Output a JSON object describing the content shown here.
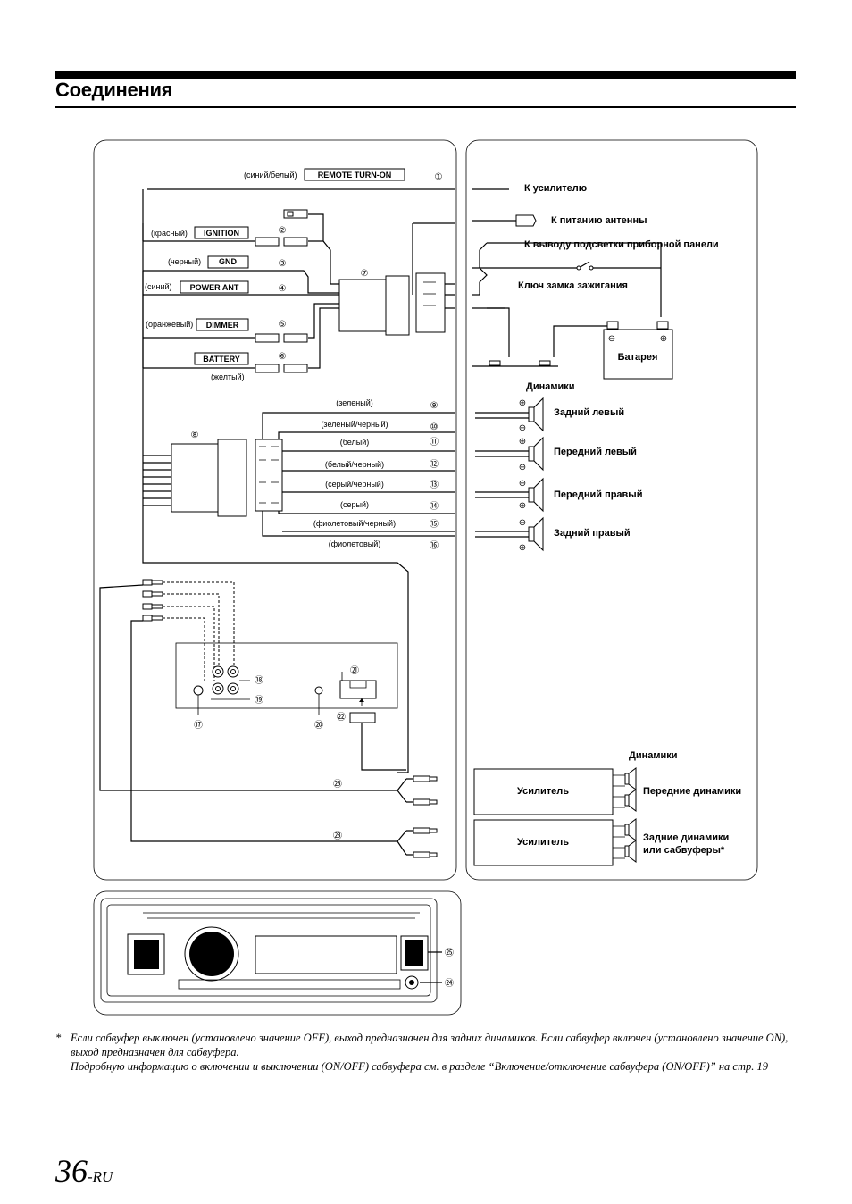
{
  "title": "Соединения",
  "left_panel": {
    "wires": [
      {
        "num": "①",
        "color": "(синий/белый)",
        "label": "REMOTE TURN-ON"
      },
      {
        "num": "②",
        "color": "(красный)",
        "label": "IGNITION"
      },
      {
        "num": "③",
        "color": "(черный)",
        "label": "GND"
      },
      {
        "num": "④",
        "color": "(синий)",
        "label": "POWER ANT"
      },
      {
        "num": "⑤",
        "color": "(оранжевый)",
        "label": "DIMMER"
      },
      {
        "num": "⑥",
        "color": "(желтый)",
        "label": "BATTERY"
      }
    ],
    "connector_7": "⑦",
    "connector_8": "⑧",
    "speaker_wires": [
      {
        "num": "⑨",
        "color": "(зеленый)"
      },
      {
        "num": "⑩",
        "color": "(зеленый/черный)"
      },
      {
        "num": "⑪",
        "color": "(белый)"
      },
      {
        "num": "⑫",
        "color": "(белый/черный)"
      },
      {
        "num": "⑬",
        "color": "(серый/черный)"
      },
      {
        "num": "⑭",
        "color": "(серый)"
      },
      {
        "num": "⑮",
        "color": "(фиолетовый/черный)"
      },
      {
        "num": "⑯",
        "color": "(фиолетовый)"
      }
    ],
    "rear_numbers": {
      "n17": "⑰",
      "n18": "⑱",
      "n19": "⑲",
      "n20": "⑳",
      "n21": "㉑",
      "n22": "㉒",
      "n23a": "㉓",
      "n23b": "㉓"
    }
  },
  "right_panel": {
    "to_amp": "К усилителю",
    "to_antenna": "К питанию антенны",
    "to_dimmer": "К выводу подсветки приборной панели",
    "ignition_key": "Ключ замка зажигания",
    "battery": "Батарея",
    "speakers_title": "Динамики",
    "speakers": [
      "Задний левый",
      "Передний левый",
      "Передний правый",
      "Задний правый"
    ],
    "amp_speakers_title": "Динамики",
    "amp1": "Усилитель",
    "amp2": "Усилитель",
    "front_speakers": "Передние динамики",
    "rear_speakers_line1": "Задние динамики",
    "rear_speakers_line2": "или сабвуферы*"
  },
  "front_panel": {
    "n24": "㉔",
    "n25": "㉕"
  },
  "footnote": {
    "star": "*",
    "line1": "Если сабвуфер выключен (установлено значение OFF), выход предназначен для задних динамиков. Если сабвуфер включен (установлено значение ON), выход предназначен для сабвуфера.",
    "line2": "Подробную информацию о включении и выключении (ON/OFF) сабвуфера см. в разделе “Включение/отключение сабвуфера (ON/OFF)” на стр. 19"
  },
  "page": {
    "number": "36",
    "suffix": "-RU"
  }
}
